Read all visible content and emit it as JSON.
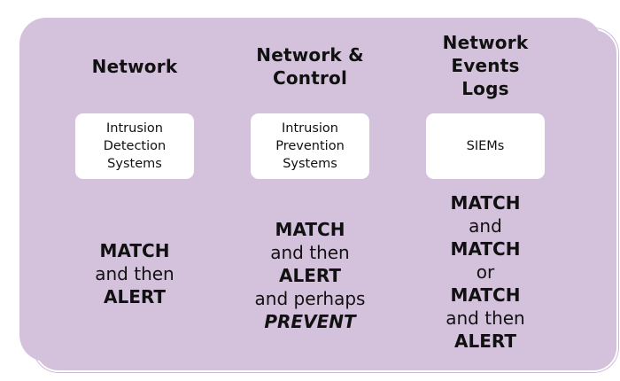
{
  "columns": [
    {
      "heading": [
        "Network"
      ],
      "box": "Intrusion\nDetection\nSystems",
      "outcome": [
        {
          "text": "MATCH",
          "style": "bold"
        },
        {
          "text": "and then",
          "style": "normal"
        },
        {
          "text": "ALERT",
          "style": "bold"
        }
      ]
    },
    {
      "heading": [
        "Network &",
        "Control"
      ],
      "box": "Intrusion\nPrevention\nSystems",
      "outcome": [
        {
          "text": "MATCH",
          "style": "bold"
        },
        {
          "text": "and then",
          "style": "normal"
        },
        {
          "text": "ALERT",
          "style": "bold"
        },
        {
          "text": "and perhaps",
          "style": "normal"
        },
        {
          "text": "PREVENT",
          "style": "bolditalic"
        }
      ]
    },
    {
      "heading": [
        "Network",
        "Events",
        "Logs"
      ],
      "box": "SIEMs",
      "outcome": [
        {
          "text": "MATCH",
          "style": "bold"
        },
        {
          "text": "and",
          "style": "normal"
        },
        {
          "text": "MATCH",
          "style": "bold"
        },
        {
          "text": "or",
          "style": "normal"
        },
        {
          "text": "MATCH",
          "style": "bold"
        },
        {
          "text": "and then",
          "style": "normal"
        },
        {
          "text": "ALERT",
          "style": "bold"
        }
      ]
    }
  ],
  "colors": {
    "panel": "#d4c2dd",
    "box": "#ffffff",
    "text": "#111111"
  }
}
